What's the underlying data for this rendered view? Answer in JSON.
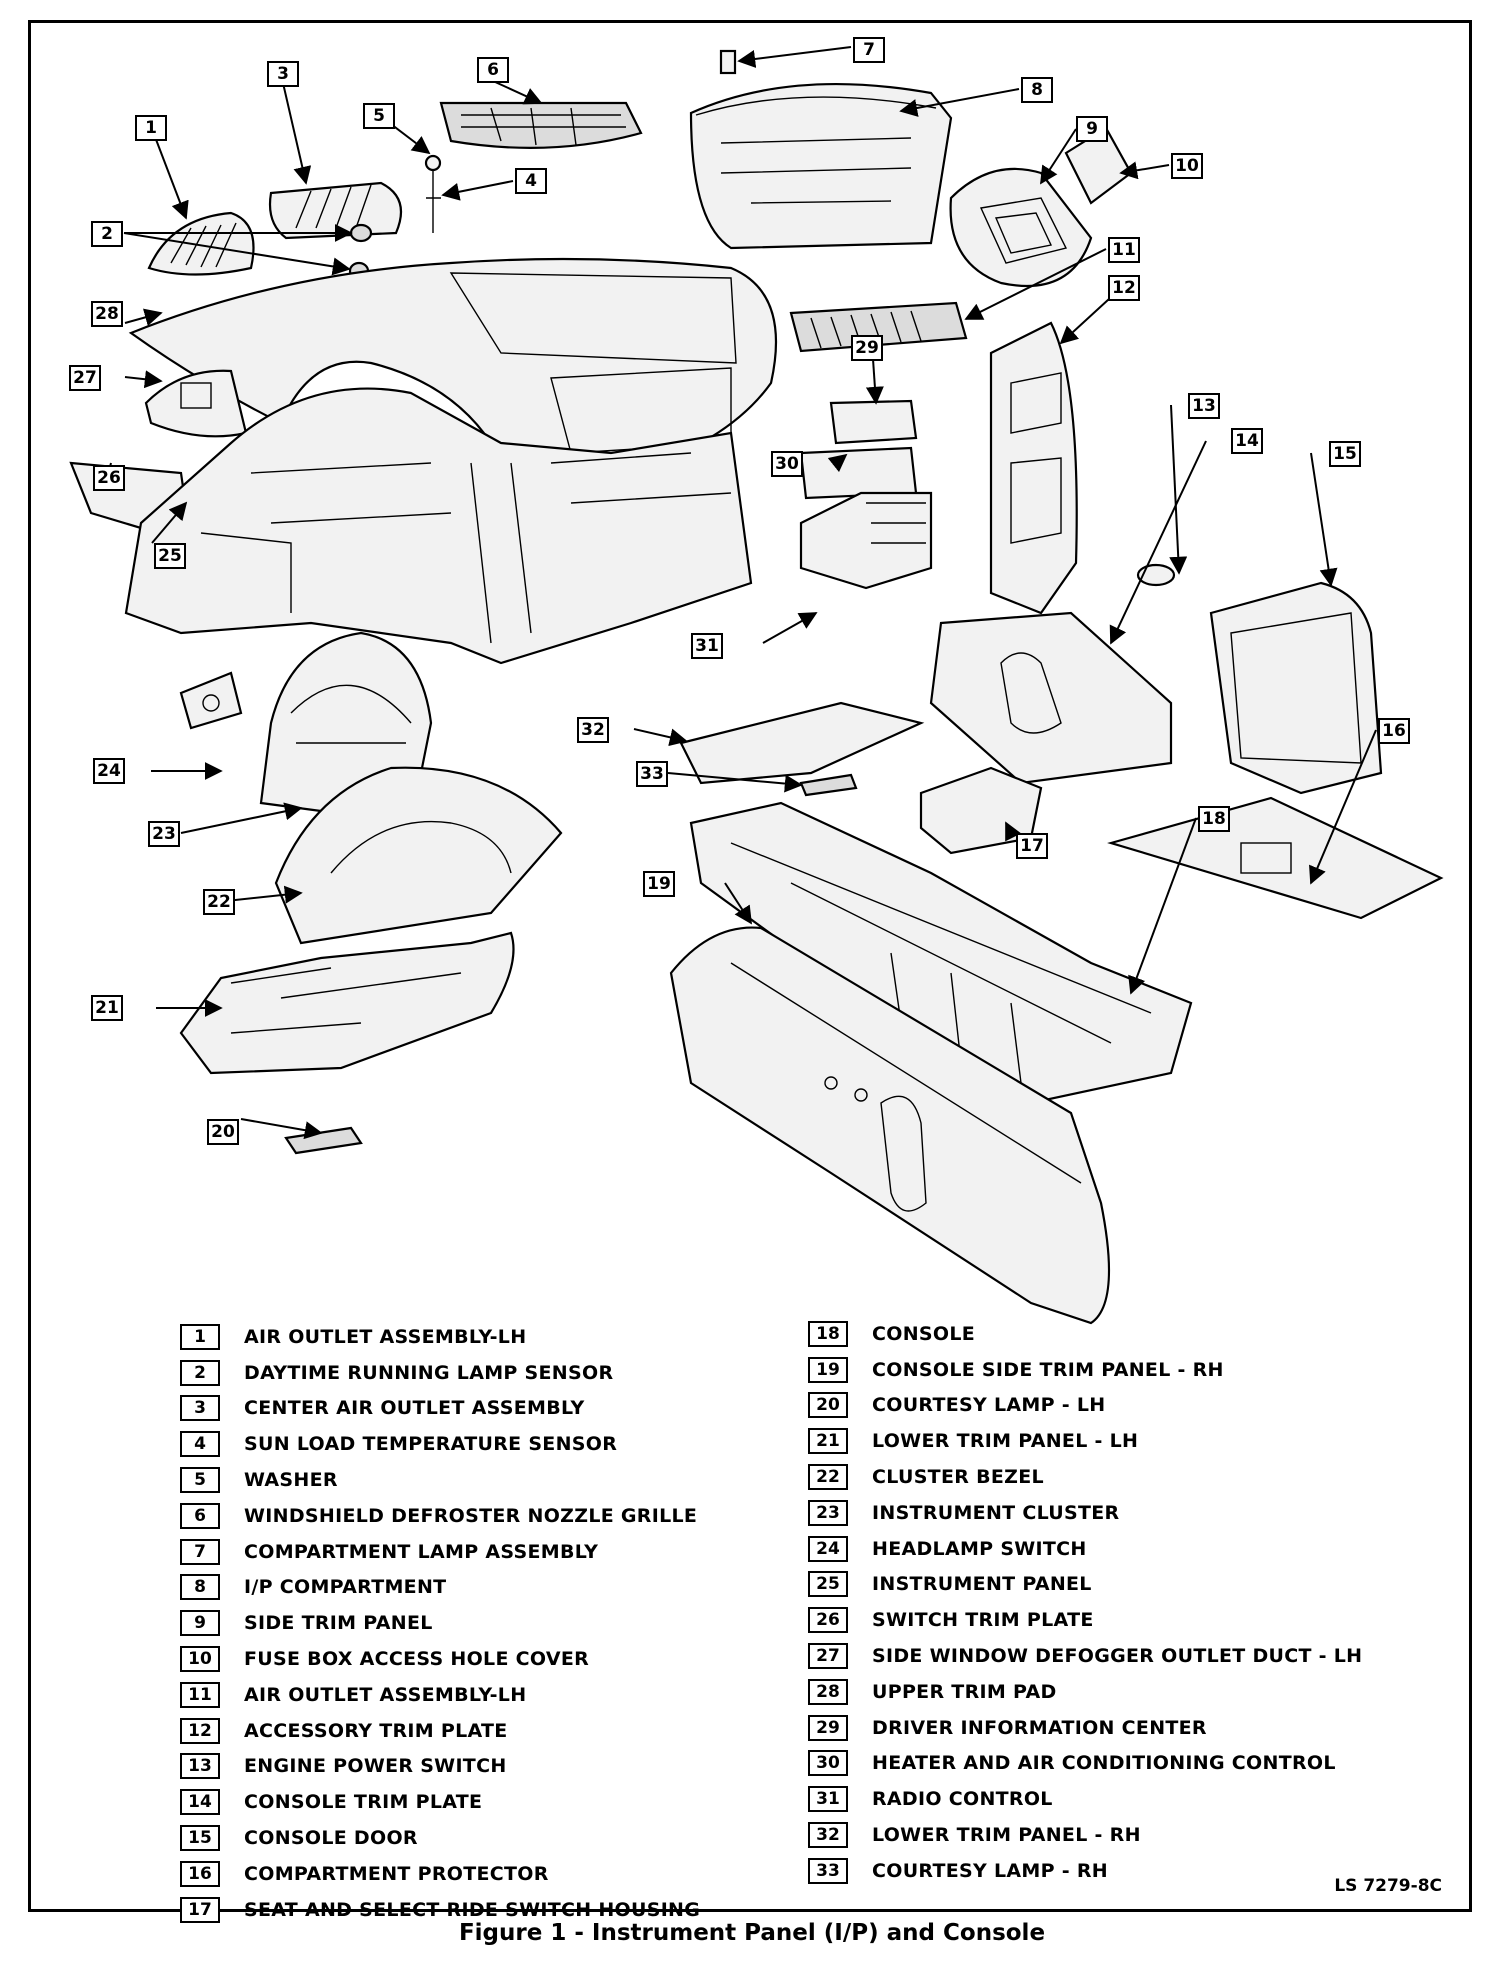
{
  "legend": [
    {
      "num": "1",
      "label": "AIR OUTLET ASSEMBLY-LH"
    },
    {
      "num": "2",
      "label": "DAYTIME RUNNING LAMP SENSOR"
    },
    {
      "num": "3",
      "label": "CENTER AIR OUTLET ASSEMBLY"
    },
    {
      "num": "4",
      "label": "SUN LOAD TEMPERATURE SENSOR"
    },
    {
      "num": "5",
      "label": "WASHER"
    },
    {
      "num": "6",
      "label": "WINDSHIELD DEFROSTER NOZZLE GRILLE"
    },
    {
      "num": "7",
      "label": "COMPARTMENT LAMP ASSEMBLY"
    },
    {
      "num": "8",
      "label": "I/P COMPARTMENT"
    },
    {
      "num": "9",
      "label": "SIDE TRIM PANEL"
    },
    {
      "num": "10",
      "label": "FUSE BOX ACCESS HOLE COVER"
    },
    {
      "num": "11",
      "label": "AIR OUTLET ASSEMBLY-LH"
    },
    {
      "num": "12",
      "label": "ACCESSORY TRIM PLATE"
    },
    {
      "num": "13",
      "label": "ENGINE POWER SWITCH"
    },
    {
      "num": "14",
      "label": "CONSOLE TRIM PLATE"
    },
    {
      "num": "15",
      "label": "CONSOLE DOOR"
    },
    {
      "num": "16",
      "label": "COMPARTMENT PROTECTOR"
    },
    {
      "num": "17",
      "label": "SEAT AND SELECT RIDE SWITCH HOUSING"
    },
    {
      "num": "18",
      "label": "CONSOLE"
    },
    {
      "num": "19",
      "label": "CONSOLE SIDE TRIM PANEL - RH"
    },
    {
      "num": "20",
      "label": "COURTESY LAMP - LH"
    },
    {
      "num": "21",
      "label": "LOWER TRIM PANEL - LH"
    },
    {
      "num": "22",
      "label": "CLUSTER  BEZEL"
    },
    {
      "num": "23",
      "label": "INSTRUMENT CLUSTER"
    },
    {
      "num": "24",
      "label": "HEADLAMP SWITCH"
    },
    {
      "num": "25",
      "label": "INSTRUMENT PANEL"
    },
    {
      "num": "26",
      "label": "SWITCH TRIM PLATE"
    },
    {
      "num": "27",
      "label": "SIDE WINDOW DEFOGGER OUTLET DUCT - LH"
    },
    {
      "num": "28",
      "label": "UPPER TRIM PAD"
    },
    {
      "num": "29",
      "label": "DRIVER INFORMATION CENTER"
    },
    {
      "num": "30",
      "label": "HEATER AND AIR CONDITIONING CONTROL"
    },
    {
      "num": "31",
      "label": "RADIO CONTROL"
    },
    {
      "num": "32",
      "label": "LOWER TRIM PANEL - RH"
    },
    {
      "num": "33",
      "label": "COURTESY LAMP - RH"
    }
  ],
  "callouts": [
    "1",
    "2",
    "3",
    "4",
    "5",
    "6",
    "7",
    "8",
    "9",
    "10",
    "11",
    "12",
    "13",
    "14",
    "15",
    "16",
    "17",
    "18",
    "19",
    "20",
    "21",
    "22",
    "23",
    "24",
    "25",
    "26",
    "27",
    "28",
    "29",
    "30",
    "31",
    "32",
    "33"
  ],
  "footer": {
    "code": "LS 7279-8C",
    "caption": "Figure 1 - Instrument Panel (I/P) and Console"
  }
}
